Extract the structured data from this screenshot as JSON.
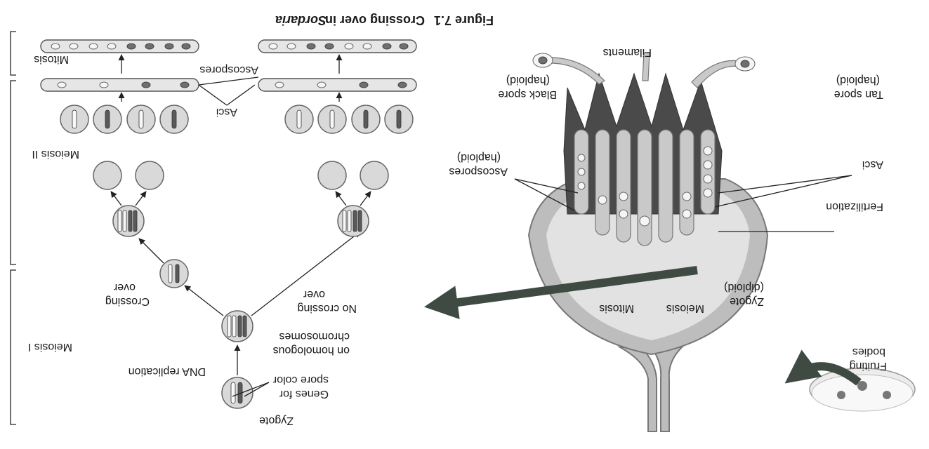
{
  "title": {
    "figure_number": "Figure 7.1",
    "text_prefix": "Crossing over in ",
    "text_italic": "Sordaria"
  },
  "labels": {
    "filaments": "Filaments",
    "black_spore": "Black spore",
    "black_spore_ploidy": "(haploid)",
    "tan_spore": "Tan spore",
    "tan_spore_ploidy": "(haploid)",
    "ascospores_body": "Ascospores",
    "ascospores_body_ploidy": "(haploid)",
    "asci_body": "Asci",
    "fertilization": "Fertilization",
    "zygote_body": "Zygote",
    "zygote_body_ploidy": "(diploid)",
    "mitosis_body": "Mitosis",
    "meiosis_body": "Meiosis",
    "fruiting_bodies_line1": "Fruiting",
    "fruiting_bodies_line2": "bodies",
    "mitosis_stage": "Mitosis",
    "meiosis_ii_stage": "Meiosis II",
    "meiosis_i_stage": "Meiosis I",
    "ascospores_top": "Ascospores",
    "asci_mid": "Asci",
    "crossing_over_line1": "Crossing",
    "crossing_over_line2": "over",
    "no_crossing_over_line1": "No crossing",
    "no_crossing_over_line2": "over",
    "chromosomes_line1": "chromosomes",
    "chromosomes_line2": "on homologous",
    "dna_replication": "DNA replication",
    "genes_line1": "spore color",
    "genes_line2": "Genes for",
    "zygote_bottom": "Zygote"
  }
}
